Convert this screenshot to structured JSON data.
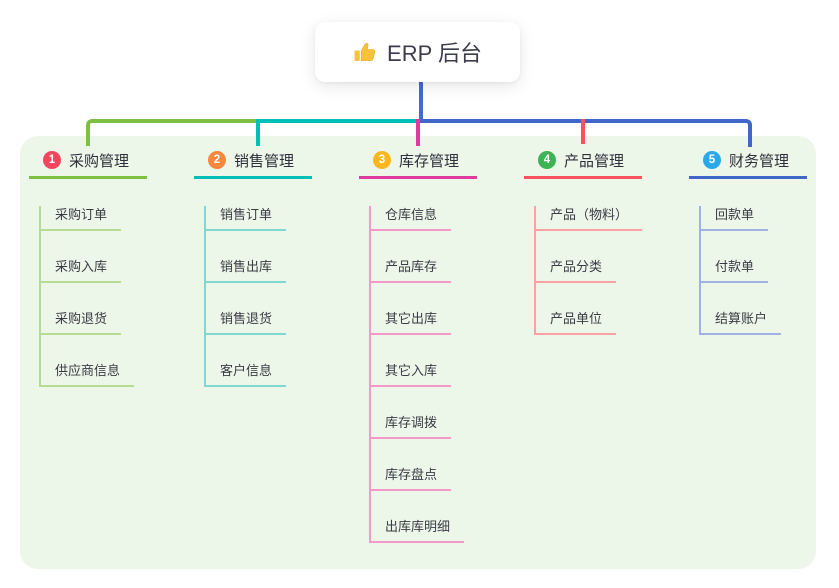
{
  "root": {
    "label": "ERP 后台",
    "icon": "thumbs-up-icon"
  },
  "branches": [
    {
      "number": "1",
      "title": "采购管理",
      "badge_color": "#f4455f",
      "line_color": "#7dc142",
      "child_line_color": "#b5dc92",
      "children": [
        "采购订单",
        "采购入库",
        "采购退货",
        "供应商信息"
      ]
    },
    {
      "number": "2",
      "title": "销售管理",
      "badge_color": "#f8873e",
      "line_color": "#00bfb6",
      "child_line_color": "#7fd9d2",
      "children": [
        "销售订单",
        "销售出库",
        "销售退货",
        "客户信息"
      ]
    },
    {
      "number": "3",
      "title": "库存管理",
      "badge_color": "#fbb71d",
      "line_color": "#df3a9e",
      "child_line_color": "#f29aca",
      "children": [
        "仓库信息",
        "产品库存",
        "其它出库",
        "其它入库",
        "库存调拨",
        "库存盘点",
        "出库库明细"
      ]
    },
    {
      "number": "4",
      "title": "产品管理",
      "badge_color": "#3cb454",
      "line_color": "#f7525d",
      "child_line_color": "#f9a3a8",
      "children": [
        "产品（物料）",
        "产品分类",
        "产品单位"
      ]
    },
    {
      "number": "5",
      "title": "财务管理",
      "badge_color": "#29a9ea",
      "line_color": "#4166c9",
      "child_line_color": "#9fb3e3",
      "children": [
        "回款单",
        "付款单",
        "结算账户"
      ]
    }
  ],
  "connectors": {
    "root_color": "#4569cd"
  },
  "canvas": {
    "background": "#ffffff",
    "panel_color": "#edf7e9"
  }
}
